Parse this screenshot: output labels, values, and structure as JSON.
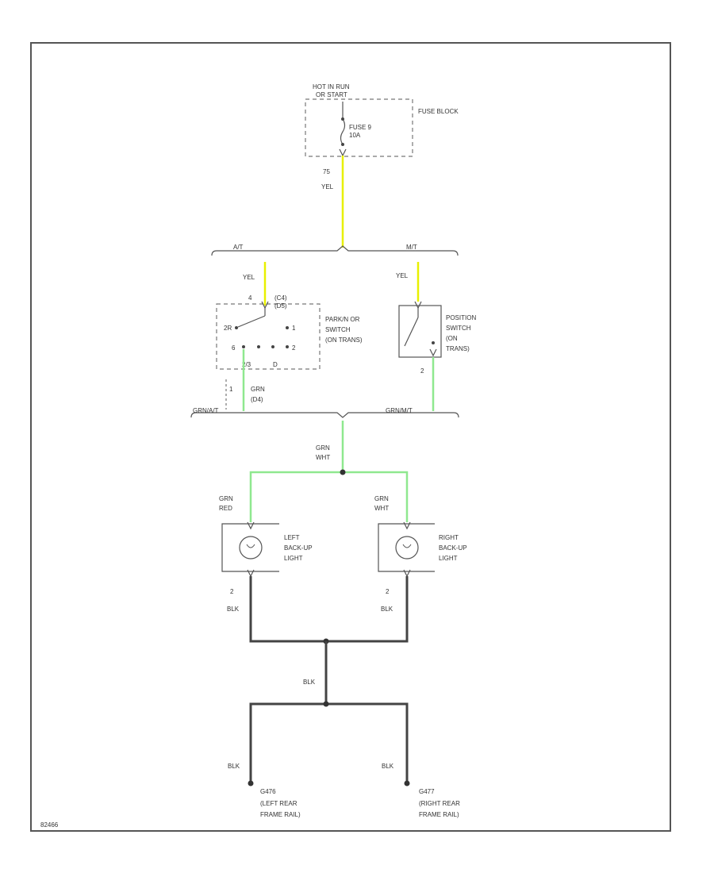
{
  "colors": {
    "yel_wire": "#e8f000",
    "grn_wire": "#8fe88f",
    "blk_wire": "#444444"
  },
  "fuse_block": {
    "header_line1": "HOT IN RUN",
    "header_line2": "OR START",
    "label": "FUSE BLOCK",
    "fuse_line1": "FUSE 9",
    "fuse_line2": "10A"
  },
  "feed_wire": {
    "circuit": "75",
    "color": "YEL"
  },
  "trans_bar": {
    "left_label": "A/T",
    "right_label": "M/T"
  },
  "neutral_switch": {
    "wire_color": "YEL",
    "pin_top": "4",
    "term_tag_line1": "(C4)",
    "term_tag_line2": "(D5)",
    "pin_left": "2R",
    "pin_right": "1",
    "pin_mid_left": "6",
    "pin_mid_right": "2",
    "pin_bottom_left": "2/3",
    "pin_bottom_mid": "D",
    "label_line1": "PARK/N OR",
    "label_line2": "SWITCH",
    "label_line3": "(ON TRANS)",
    "out_pin": "1",
    "out_wire_line1": "GRN",
    "out_wire_line2": "(D4)"
  },
  "position_switch": {
    "wire_color": "YEL",
    "label_line1": "POSITION",
    "label_line2": "SWITCH",
    "label_line3": "(ON",
    "label_line4": "TRANS)",
    "out_pin": "2"
  },
  "splice_bar": {
    "left_label": "GRN/A/T",
    "right_label": "GRN/M/T"
  },
  "main_wire": {
    "line1": "GRN",
    "line2": "WHT"
  },
  "left_light": {
    "wire_line1": "GRN",
    "wire_line2": "RED",
    "label_line1": "LEFT",
    "label_line2": "BACK-UP",
    "label_line3": "LIGHT",
    "pin": "2",
    "ground_wire": "BLK"
  },
  "right_light": {
    "wire_line1": "GRN",
    "wire_line2": "WHT",
    "label_line1": "RIGHT",
    "label_line2": "BACK-UP",
    "label_line3": "LIGHT",
    "pin": "2",
    "ground_wire": "BLK"
  },
  "ground_trunk": {
    "wire": "BLK"
  },
  "ground_left": {
    "wire": "BLK",
    "id": "G476",
    "loc_line1": "(LEFT REAR",
    "loc_line2": "FRAME RAIL)"
  },
  "ground_right": {
    "wire": "BLK",
    "id": "G477",
    "loc_line1": "(RIGHT REAR",
    "loc_line2": "FRAME RAIL)"
  },
  "figure_code": "82466"
}
